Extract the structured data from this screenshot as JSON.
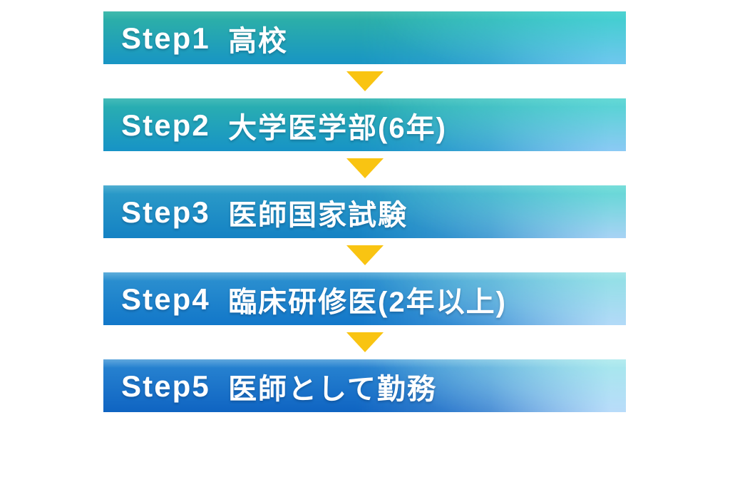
{
  "background_color": "#ffffff",
  "text_color": "#ffffff",
  "arrow": {
    "direction": "down",
    "color": "#f9c412"
  },
  "steps": [
    {
      "step": "Step1",
      "title": "高校",
      "colors": {
        "tl": "#2fb3a4",
        "bl": "#1895c4",
        "tr": "#3ecfcc",
        "br": "#6fc7ef",
        "highlight": 0.1
      }
    },
    {
      "step": "Step2",
      "title": "大学医学部(6年)",
      "colors": {
        "tl": "#2cb2ae",
        "bl": "#1793c6",
        "tr": "#52d4d0",
        "br": "#8ccaf5",
        "highlight": 0.14
      }
    },
    {
      "step": "Step3",
      "title": "医師国家試験",
      "colors": {
        "tl": "#2d9dc8",
        "bl": "#1482c4",
        "tr": "#5fd8d3",
        "br": "#a8d3f5",
        "highlight": 0.2
      }
    },
    {
      "step": "Step4",
      "title": "臨床研修医(2年以上)",
      "colors": {
        "tl": "#2e92d0",
        "bl": "#1277c9",
        "tr": "#8fe0e4",
        "br": "#b3daf8",
        "highlight": 0.28
      }
    },
    {
      "step": "Step5",
      "title": "医師として勤務",
      "colors": {
        "tl": "#2a86d2",
        "bl": "#0f64c2",
        "tr": "#a5e8ec",
        "br": "#b9dcfa",
        "highlight": 0.3
      }
    }
  ]
}
